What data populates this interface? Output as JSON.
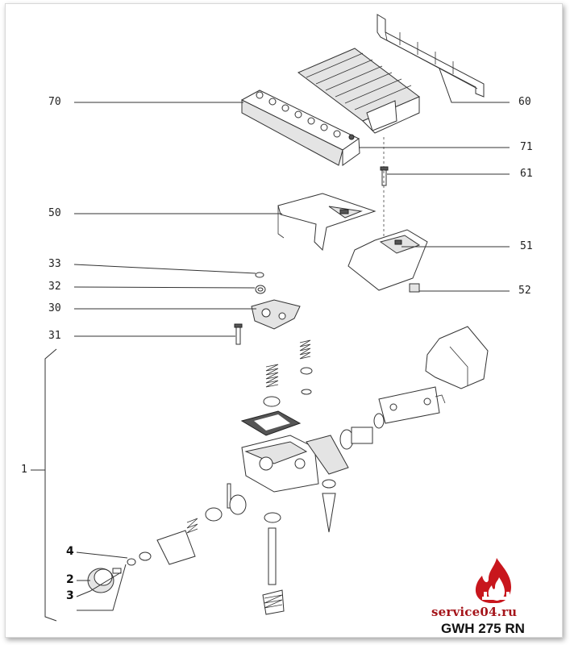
{
  "callouts": {
    "c70": "70",
    "c60": "60",
    "c71": "71",
    "c61": "61",
    "c50": "50",
    "c51": "51",
    "c52": "52",
    "c33": "33",
    "c32": "32",
    "c30": "30",
    "c31": "31",
    "c1": "1",
    "c4": "4",
    "c2": "2",
    "c3": "3"
  },
  "brand": {
    "site": "service04.ru",
    "model": "GWH 275 RN",
    "logo_color": "#c8161d"
  }
}
